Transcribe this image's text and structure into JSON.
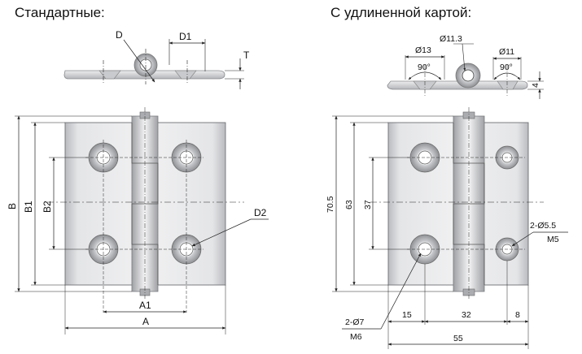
{
  "titles": {
    "standard": "Стандартные:",
    "extended": "С удлиненной картой:"
  },
  "labels_standard": {
    "d": "D",
    "d1": "D1",
    "t": "T",
    "b": "B",
    "b1": "B1",
    "b2": "B2",
    "d2": "D2",
    "a1": "A1",
    "a": "A"
  },
  "labels_extended": {
    "dia11_3": "Ø11.3",
    "dia13": "Ø13",
    "dia11": "Ø11",
    "angle_left": "90°",
    "angle_right": "90°",
    "thickness": "4",
    "height_total": "70.5",
    "height_63": "63",
    "height_37": "37",
    "hole_right": "2-Ø5.5",
    "hole_right_thread": "M5",
    "hole_left": "2-Ø7",
    "hole_left_thread": "M6",
    "dim_15": "15",
    "dim_32": "32",
    "dim_8": "8",
    "dim_55": "55"
  },
  "colors": {
    "line": "#222222",
    "plate_fill": "#d6d7da",
    "plate_edge": "#a8aaae",
    "knuckle": "#c4c6ca"
  }
}
